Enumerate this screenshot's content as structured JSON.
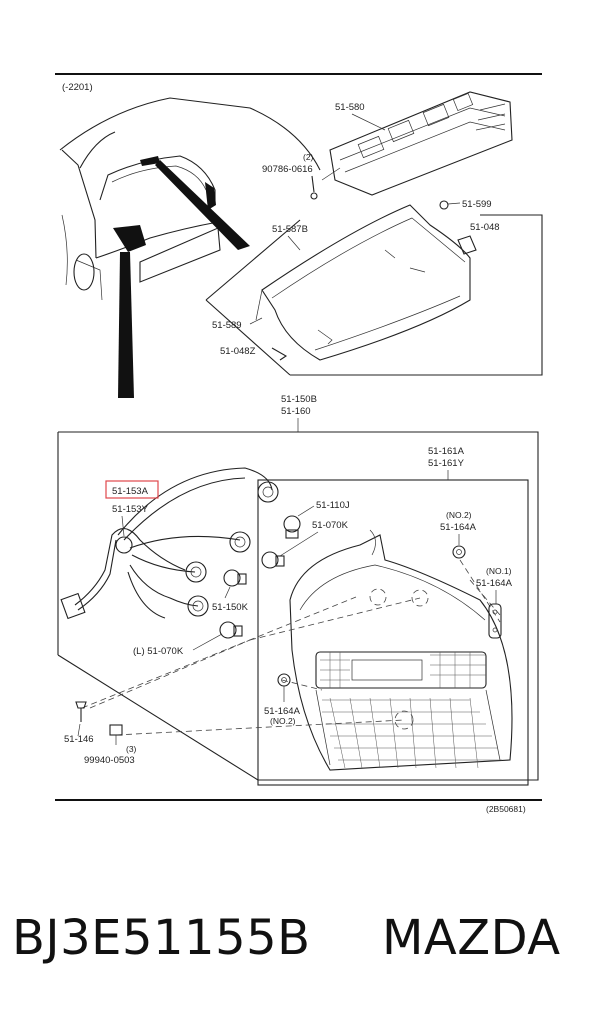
{
  "diagram": {
    "top_left_note": "(-2201)",
    "footer_code": "(2B50681)",
    "labels": {
      "p51_580": "51-580",
      "p90786_qty": "(2)",
      "p90786": "90786-0616",
      "p51_599": "51-599",
      "p51_587b": "51-587B",
      "p51_048": "51-048",
      "p51_589": "51-589",
      "p51_048z": "51-048Z",
      "p51_150b": "51-150B",
      "p51_160": "51-160",
      "p51_161a": "51-161A",
      "p51_161y": "51-161Y",
      "p51_153a": "51-153A",
      "p51_153y": "51-153Y",
      "p51_110j": "51-110J",
      "p51_070k": "51-070K",
      "no2_top": "(NO.2)",
      "p51_164a_top": "51-164A",
      "no1": "(NO.1)",
      "p51_164a_right": "51-164A",
      "p51_150k": "51-150K",
      "l_51_070k": "(L) 51-070K",
      "p51_164a_bottom": "51-164A",
      "no2_bottom": "(NO.2)",
      "p51_146": "51-146",
      "p99940_qty": "(3)",
      "p99940": "99940-0503"
    }
  },
  "caption": {
    "part_number": "BJ3E51155B",
    "brand": "MAZDA"
  },
  "colors": {
    "highlight": "#e0464b",
    "line": "#222222"
  }
}
